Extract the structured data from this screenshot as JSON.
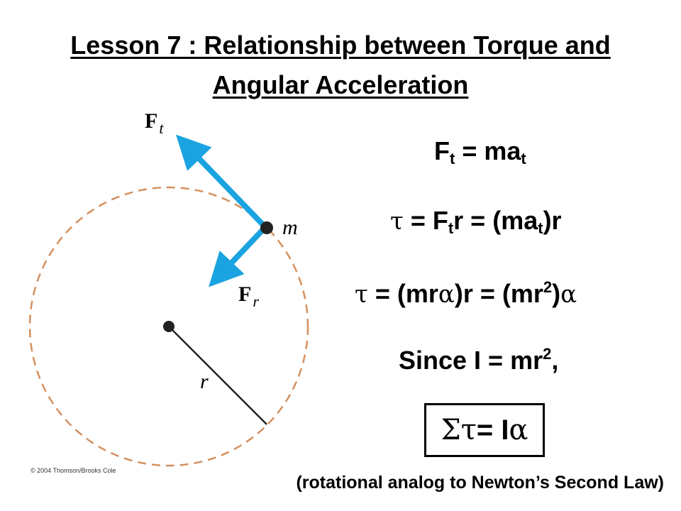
{
  "title": {
    "line1": "Lesson 7 : Relationship between Torque and",
    "line2": "Angular Acceleration"
  },
  "diagram": {
    "label_ft_main": "F",
    "label_ft_sub": "t",
    "label_fr_main": "F",
    "label_fr_sub": "r",
    "label_m": "m",
    "label_r": "r",
    "colors": {
      "circle": "#d4905f",
      "arrow": "#1aa3e0",
      "radius_line": "#222222",
      "dot": "#222222"
    }
  },
  "equations": {
    "eq1": {
      "lhs": "F",
      "lhs_sub": "t",
      "mid": " = ma",
      "rhs_sub": "t"
    },
    "eq2": {
      "tau": "τ",
      "part1": " = F",
      "sub1": "t",
      "part2": "r = (ma",
      "sub2": "t",
      "part3": ")r"
    },
    "eq3": {
      "tau": "τ",
      "part1": " = (mr",
      "alpha1": "α",
      "part2": ")r = (mr",
      "sup": "2",
      "part3": ")",
      "alpha2": "α"
    },
    "eq4": {
      "text": "Since I = mr",
      "sup": "2",
      "tail": ","
    },
    "boxed": {
      "sigma": "Σ",
      "tau": "τ",
      "mid": " = I",
      "alpha": "α"
    }
  },
  "caption": "(rotational analog to Newton’s Second Law)",
  "copyright": "© 2004 Thomson/Brooks Cole"
}
